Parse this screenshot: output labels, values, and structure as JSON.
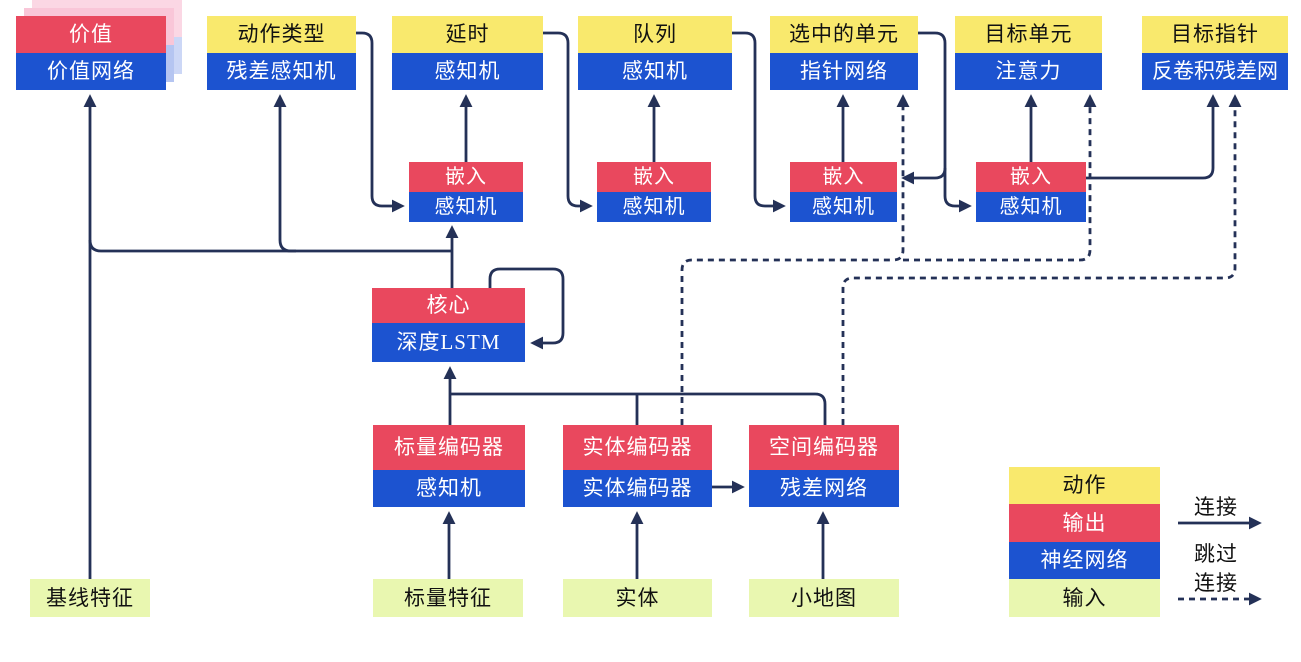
{
  "title": "AlphaStar-style agent architecture diagram (Chinese)",
  "nodes": {
    "value": {
      "top": "价值",
      "bottom": "价值网络"
    },
    "action_type": {
      "top": "动作类型",
      "bottom": "残差感知机"
    },
    "delay": {
      "top": "延时",
      "bottom": "感知机"
    },
    "queue": {
      "top": "队列",
      "bottom": "感知机"
    },
    "selected_units": {
      "top": "选中的单元",
      "bottom": "指针网络"
    },
    "target_unit": {
      "top": "目标单元",
      "bottom": "注意力"
    },
    "target_point": {
      "top": "目标指针",
      "bottom": "反卷积残差网"
    },
    "emb1": {
      "top": "嵌入",
      "bottom": "感知机"
    },
    "emb2": {
      "top": "嵌入",
      "bottom": "感知机"
    },
    "emb3": {
      "top": "嵌入",
      "bottom": "感知机"
    },
    "emb4": {
      "top": "嵌入",
      "bottom": "感知机"
    },
    "core": {
      "top": "核心",
      "bottom": "深度LSTM"
    },
    "scalar_encoder": {
      "top": "标量编码器",
      "bottom": "感知机"
    },
    "entity_encoder": {
      "top": "实体编码器",
      "bottom": "实体编码器"
    },
    "spatial_encoder": {
      "top": "空间编码器",
      "bottom": "残差网络"
    },
    "baseline_features": {
      "label": "基线特征"
    },
    "scalar_features": {
      "label": "标量特征"
    },
    "entities": {
      "label": "实体"
    },
    "minimap": {
      "label": "小地图"
    }
  },
  "legend": {
    "items": [
      {
        "label": "动作",
        "color": "#f9e96d"
      },
      {
        "label": "输出",
        "color": "#e9485e"
      },
      {
        "label": "神经网络",
        "color": "#1c53d0"
      },
      {
        "label": "输入",
        "color": "#e9f7b0"
      }
    ],
    "connect_label": "连接",
    "skip_label_1": "跳过",
    "skip_label_2": "连接"
  },
  "colors": {
    "action_yellow": "#f9e96d",
    "output_red": "#e9485e",
    "network_blue": "#1c53d0",
    "input_green": "#e9f7b0",
    "wire_navy": "#243157",
    "value_shadow_pink_near": "#f9c6d8",
    "value_shadow_blue_near": "#b5c5f1",
    "value_shadow_pink_far": "#fbd7e4",
    "value_shadow_blue_far": "#ccd7f6"
  }
}
